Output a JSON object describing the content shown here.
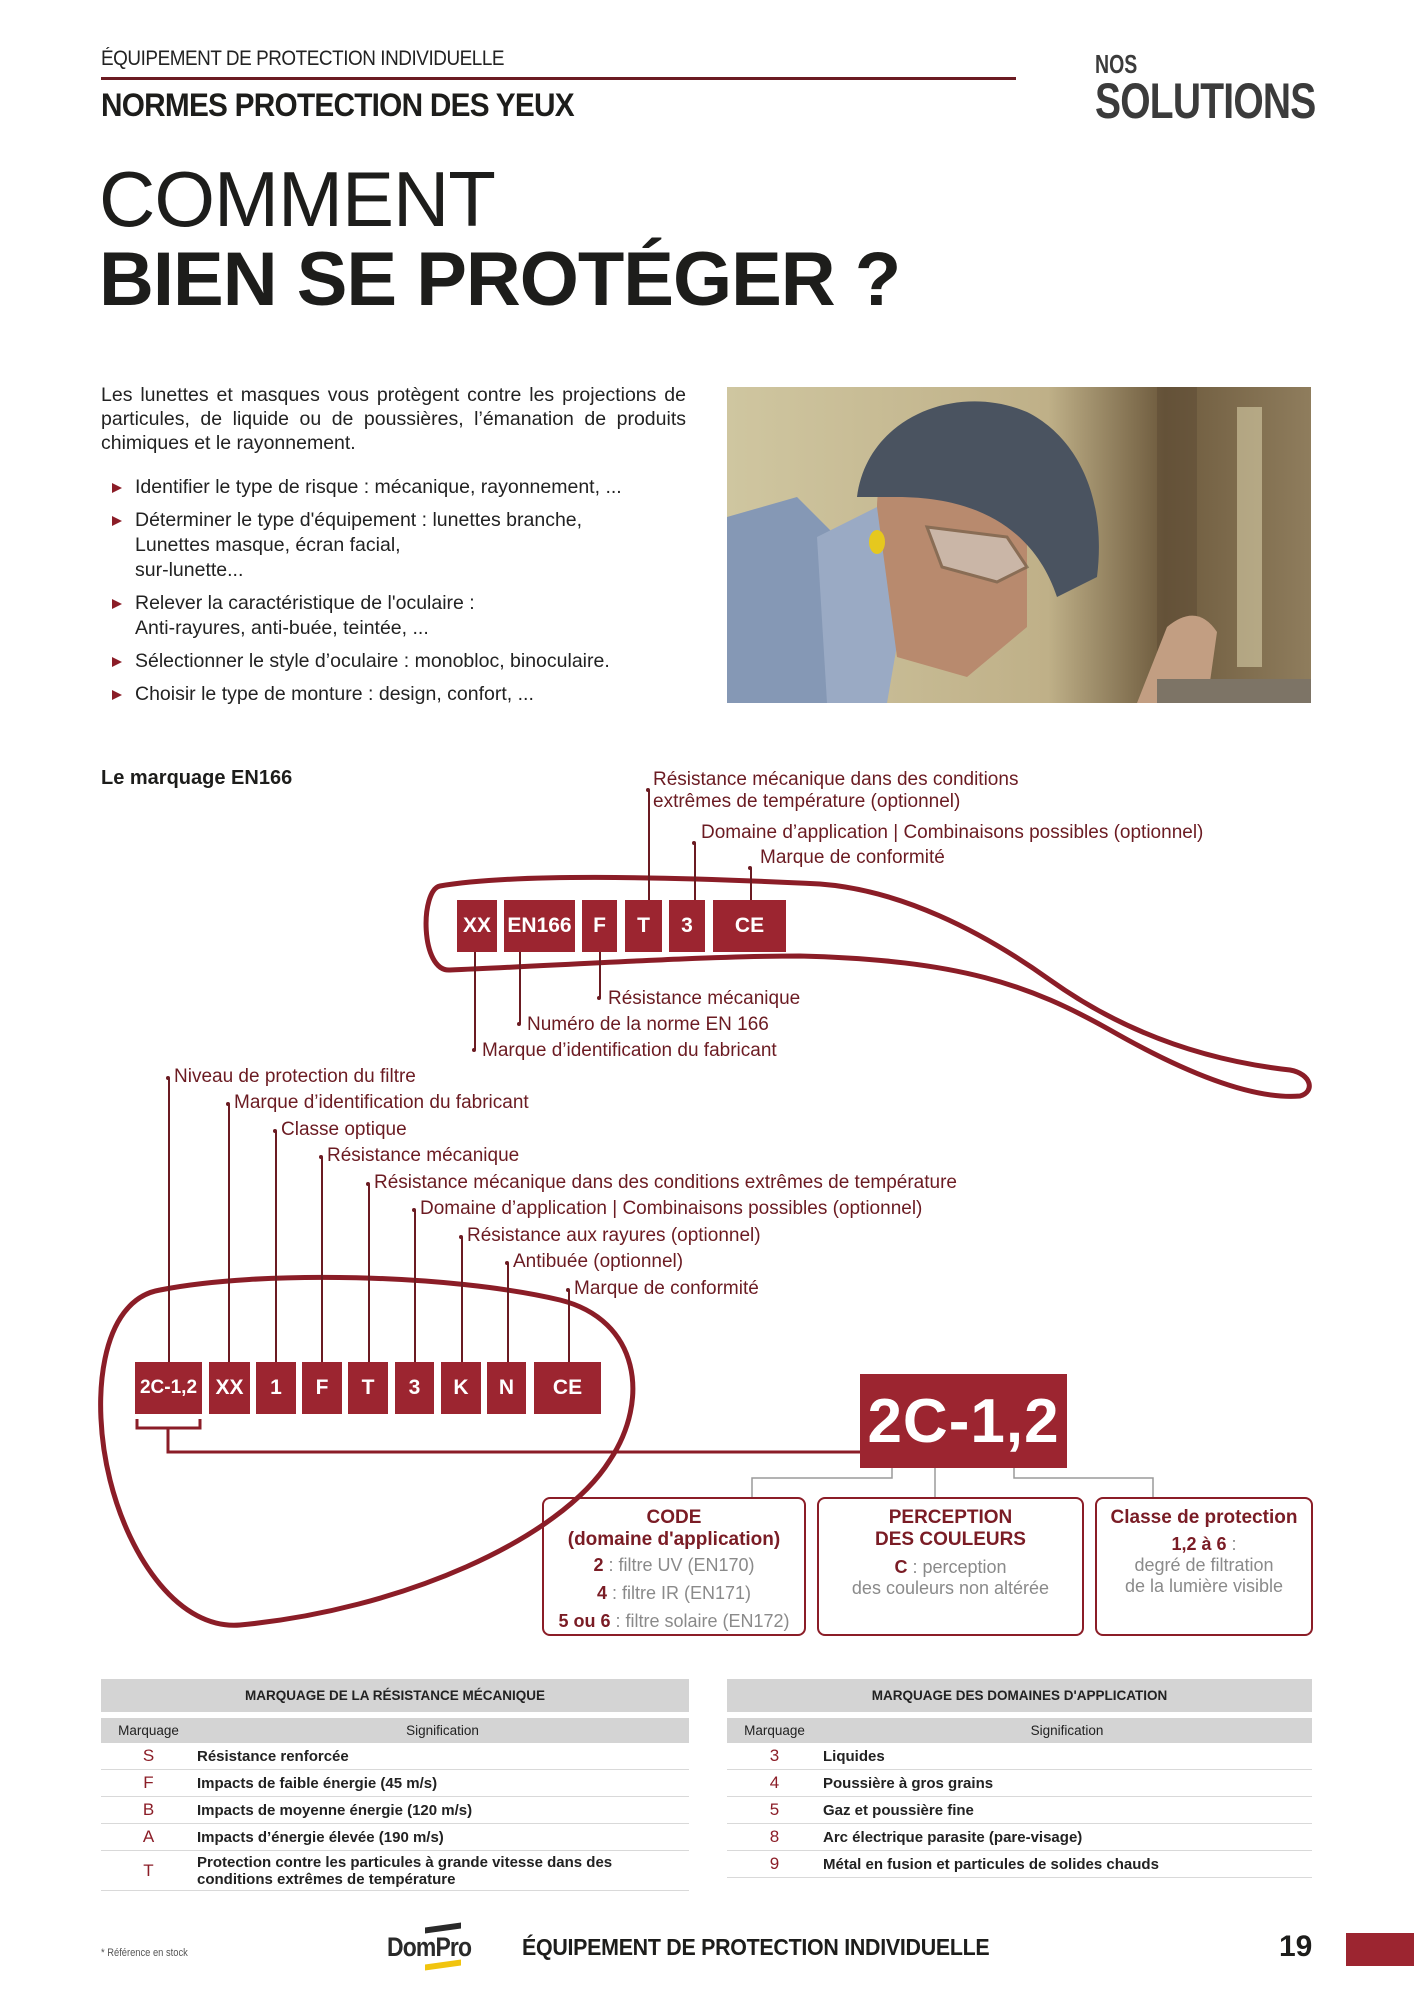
{
  "header": {
    "kicker": "ÉQUIPEMENT DE PROTECTION INDIVIDUELLE",
    "section_title": "NORMES PROTECTION DES YEUX",
    "brand_small": "NOS",
    "brand_large": "SOLUTIONS"
  },
  "headline": {
    "line1": "COMMENT",
    "line2": "BIEN SE PROTÉGER ?"
  },
  "intro": "Les lunettes et masques vous protègent contre les projections de particules, de liquide ou de poussières, l’émanation de produits chimiques et le rayonnement.",
  "bullets": [
    {
      "line1": "Identifier le type de risque : mécanique, rayonnement, ..."
    },
    {
      "line1": "Déterminer le type d'équipement : lunettes branche,",
      "line2": "Lunettes masque, écran facial,",
      "line3": "sur-lunette..."
    },
    {
      "line1": "Relever la caractéristique de l'oculaire :",
      "line2": "Anti-rayures, anti-buée, teintée, ..."
    },
    {
      "line1": "Sélectionner le style d’oculaire : monobloc, binoculaire."
    },
    {
      "line1": "Choisir le type de monture : design, confort, ..."
    }
  ],
  "photo": {
    "alt": "Worker wearing helmet and safety glasses"
  },
  "marking": {
    "title": "Le marquage EN166",
    "frame_marking": {
      "tags": [
        "XX",
        "EN166",
        "F",
        "T",
        "3",
        "CE"
      ],
      "labels_top": [
        "Résistance mécanique dans des conditions",
        "extrêmes de température (optionnel)",
        "Domaine d’application | Combinaisons possibles (optionnel)",
        "Marque de conformité"
      ],
      "labels_bottom": [
        "Résistance mécanique",
        "Numéro de la norme EN 166",
        "Marque d’identification du fabricant"
      ]
    },
    "lens_marking": {
      "tags": [
        "2C-1,2",
        "XX",
        "1",
        "F",
        "T",
        "3",
        "K",
        "N",
        "CE"
      ],
      "labels": [
        "Niveau de protection du filtre",
        "Marque d’identification du fabricant",
        "Classe optique",
        "Résistance mécanique",
        "Résistance mécanique dans des conditions extrêmes de température",
        "Domaine d’application | Combinaisons possibles (optionnel)",
        "Résistance aux rayures (optionnel)",
        "Antibuée (optionnel)",
        "Marque de conformité"
      ]
    },
    "filter_code": {
      "value": "2C-1,2",
      "boxes": [
        {
          "title1": "CODE",
          "title2": "(domaine d'application)",
          "items": [
            {
              "key": "2",
              "text": " : filtre UV (EN170)"
            },
            {
              "key": "4",
              "text": " : filtre IR (EN171)"
            },
            {
              "key": "5 ou 6",
              "text": " : filtre solaire (EN172)"
            }
          ]
        },
        {
          "title1": "PERCEPTION",
          "title2": "DES COULEURS",
          "key": "C",
          "text1": " : perception",
          "text2": "des couleurs non altérée"
        },
        {
          "title1": "Classe de protection",
          "key": "1,2 à 6",
          "suffix": " :",
          "text1": "degré de filtration",
          "text2": "de la lumière visible"
        }
      ]
    }
  },
  "tables": {
    "mechanical": {
      "title": "MARQUAGE DE LA RÉSISTANCE MÉCANIQUE",
      "col1": "Marquage",
      "col2": "Signification",
      "rows": [
        {
          "mark": "S",
          "meaning": "Résistance renforcée"
        },
        {
          "mark": "F",
          "meaning": "Impacts de faible énergie (45 m/s)"
        },
        {
          "mark": "B",
          "meaning": "Impacts de moyenne énergie (120 m/s)"
        },
        {
          "mark": "A",
          "meaning": "Impacts d’énergie élevée (190 m/s)"
        },
        {
          "mark": "T",
          "meaning": "Protection contre les particules à grande vitesse dans des conditions extrêmes de température"
        }
      ]
    },
    "domains": {
      "title": "MARQUAGE DES DOMAINES D'APPLICATION",
      "col1": "Marquage",
      "col2": "Signification",
      "rows": [
        {
          "mark": "3",
          "meaning": "Liquides"
        },
        {
          "mark": "4",
          "meaning": "Poussière à gros grains"
        },
        {
          "mark": "5",
          "meaning": "Gaz et poussière fine"
        },
        {
          "mark": "8",
          "meaning": "Arc électrique parasite (pare-visage)"
        },
        {
          "mark": "9",
          "meaning": "Métal en fusion et particules de solides chauds"
        }
      ]
    }
  },
  "footer": {
    "note": "* Référence en stock",
    "logo": "DomPro",
    "title": "ÉQUIPEMENT DE PROTECTION INDIVIDUELLE",
    "page": "19"
  },
  "colors": {
    "accent": "#9c2530",
    "accent_dark": "#6b1b22",
    "table_gray": "#d4d4d4",
    "logo_yellow": "#f1c40f"
  }
}
